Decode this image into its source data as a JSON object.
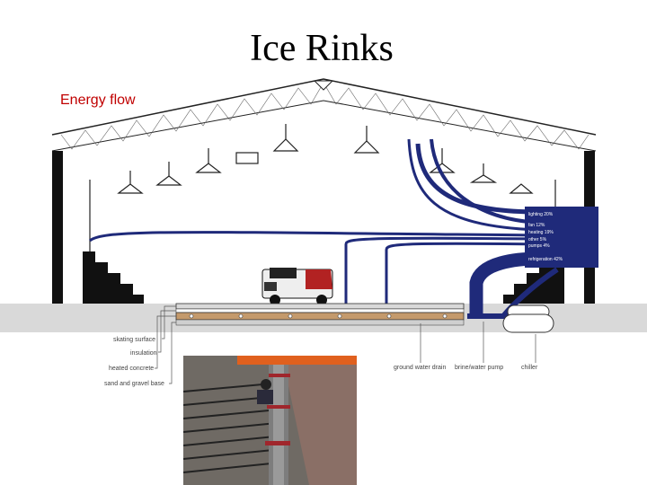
{
  "slide": {
    "title": "Ice Rinks",
    "subtitle": "Energy flow"
  },
  "colors": {
    "flow": "#1f2a7a",
    "outline": "#222222",
    "title_text": "#000000",
    "subtitle_text": "#c00000"
  },
  "flows": {
    "lighting": "lighting 20%",
    "fan": "fan 12%",
    "heating": "heating 19%",
    "other": "other 5%",
    "pumps": "pumps 4%",
    "refrigeration": "refrigeration 42%"
  },
  "labels": {
    "skating_surface": "skating surface",
    "insulation": "insulation",
    "heated_concrete": "heated concrete",
    "sand_gravel_base": "sand and gravel base",
    "ground_water_drain": "ground water drain",
    "brine_water_pump": "brine/water pump",
    "chiller": "chiller"
  }
}
